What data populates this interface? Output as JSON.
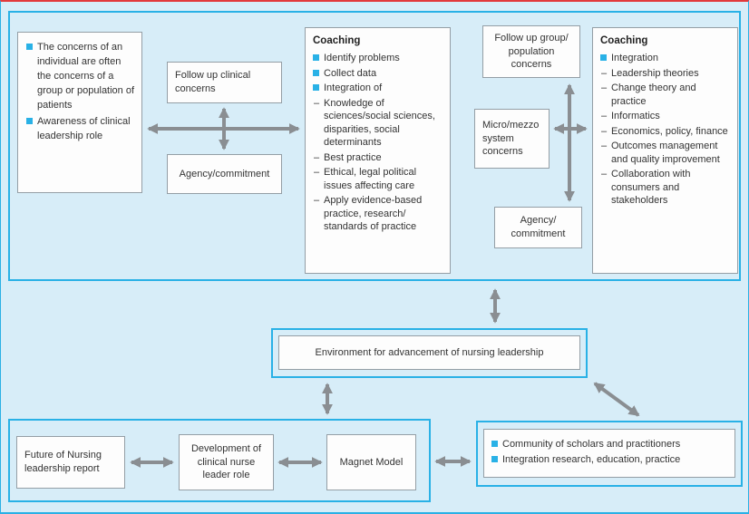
{
  "colors": {
    "accent": "#29b1e6",
    "arrow": "#8a8e92",
    "page_bg": "#d7edf8",
    "box_border": "#949ea5",
    "top_rule": "#e23a3c"
  },
  "top_section": {
    "patient_concerns_box": {
      "items": [
        "The concerns of an individual are often the concerns of a group or population of patients",
        "Awareness of clinical leadership role"
      ]
    },
    "follow_up_clinical": "Follow up clinical concerns",
    "agency_commitment_left": "Agency/commitment",
    "coaching_individual": {
      "title": "Coaching",
      "bullets": [
        "Identify problems",
        "Collect data",
        "Integration of"
      ],
      "sub_items": [
        "Knowledge of sciences/social sciences, disparities, social determinants",
        "Best practice",
        "Ethical, legal political issues affecting care",
        "Apply evidence-based practice, research/ standards of practice"
      ]
    },
    "follow_up_group": "Follow up group/ population concerns",
    "micro_mezzo": "Micro/mezzo system concerns",
    "agency_commitment_right": "Agency/ commitment",
    "coaching_system": {
      "title": "Coaching",
      "bullets": [
        "Integration"
      ],
      "sub_items": [
        "Leadership theories",
        "Change theory and practice",
        "Informatics",
        "Economics, policy, finance",
        "Outcomes management and quality improvement",
        "Collaboration with consumers and stakeholders"
      ]
    }
  },
  "environment": {
    "label": "Environment for advancement of nursing leadership"
  },
  "foundations": {
    "future_of_nursing": "Future of Nursing leadership report",
    "cnl_development": "Development of clinical nurse leader role",
    "magnet_model": "Magnet Model"
  },
  "community": {
    "items": [
      "Community of scholars and practitioners",
      "Integration research, education, practice"
    ]
  }
}
